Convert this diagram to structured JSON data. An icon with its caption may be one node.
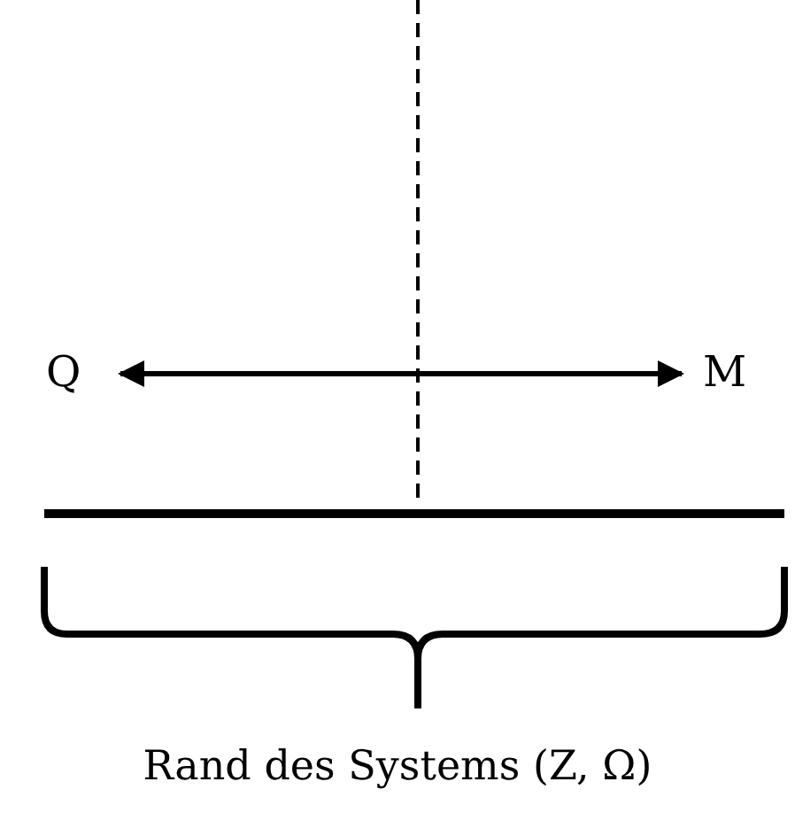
{
  "diagram": {
    "nodes": [
      {
        "text": [
          "Q"
        ]
      },
      {
        "text": [
          "M"
        ]
      }
    ],
    "edges": [
      {
        "from": 0,
        "to": 1,
        "arrow": "both"
      }
    ],
    "labels": [
      "Rand des Systems (Z, Ω)"
    ]
  }
}
